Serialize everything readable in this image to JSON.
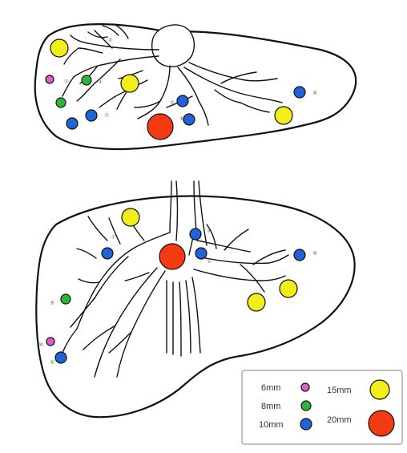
{
  "colors": {
    "pink": "#e05cc8",
    "green": "#2db43a",
    "blue": "#1f63d6",
    "yellow": "#f2ee1a",
    "red": "#f33a12",
    "outline": "#111111"
  },
  "diagrams": [
    {
      "name": "top-view",
      "markers": [
        {
          "size": "15mm",
          "color": "yellow",
          "label": ""
        },
        {
          "size": "15mm",
          "color": "yellow",
          "label": ""
        },
        {
          "size": "15mm",
          "color": "yellow",
          "label": ""
        },
        {
          "size": "6mm",
          "color": "pink",
          "label": ""
        },
        {
          "size": "8mm",
          "color": "green",
          "label": ""
        },
        {
          "size": "8mm",
          "color": "green",
          "label": ""
        },
        {
          "size": "10mm",
          "color": "blue",
          "label": ""
        },
        {
          "size": "10mm",
          "color": "blue",
          "label": ""
        },
        {
          "size": "10mm",
          "color": "blue",
          "label": ""
        },
        {
          "size": "10mm",
          "color": "blue",
          "label": ""
        },
        {
          "size": "10mm",
          "color": "blue",
          "label": ""
        },
        {
          "size": "20mm",
          "color": "red",
          "label": ""
        }
      ]
    },
    {
      "name": "bottom-view",
      "markers": [
        {
          "size": "15mm",
          "color": "yellow",
          "label": ""
        },
        {
          "size": "15mm",
          "color": "yellow",
          "label": ""
        },
        {
          "size": "15mm",
          "color": "yellow",
          "label": ""
        },
        {
          "size": "10mm",
          "color": "blue",
          "label": ""
        },
        {
          "size": "10mm",
          "color": "blue",
          "label": ""
        },
        {
          "size": "10mm",
          "color": "blue",
          "label": ""
        },
        {
          "size": "10mm",
          "color": "blue",
          "label": ""
        },
        {
          "size": "10mm",
          "color": "blue",
          "label": ""
        },
        {
          "size": "20mm",
          "color": "red",
          "label": ""
        },
        {
          "size": "8mm",
          "color": "green",
          "label": ""
        },
        {
          "size": "6mm",
          "color": "pink",
          "label": ""
        }
      ]
    }
  ],
  "legend": {
    "items": [
      {
        "label": "6mm",
        "color": "pink"
      },
      {
        "label": "8mm",
        "color": "green"
      },
      {
        "label": "10mm",
        "color": "blue"
      },
      {
        "label": "15mm",
        "color": "yellow"
      },
      {
        "label": "20mm",
        "color": "red"
      }
    ]
  }
}
